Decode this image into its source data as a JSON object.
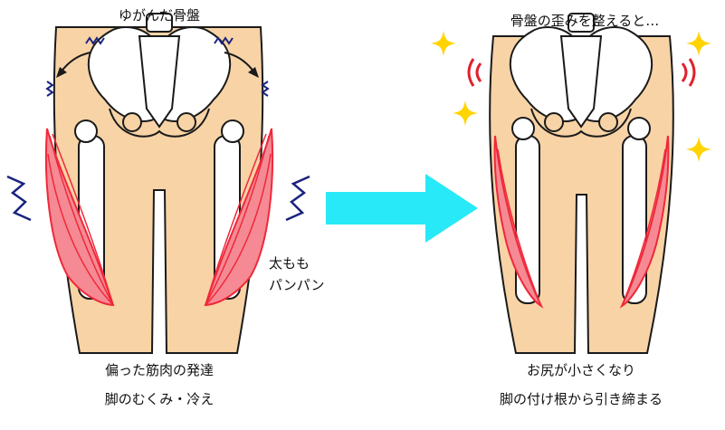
{
  "left_panel": {
    "title": "ゆがんだ骨盤",
    "side_label_line1": "太もも",
    "side_label_line2": "パンパン",
    "caption_line1": "偏った筋肉の発達",
    "caption_line2": "脚のむくみ・冷え"
  },
  "right_panel": {
    "title": "骨盤の歪みを整えると…",
    "caption_line1": "お尻が小さくなり",
    "caption_line2": "脚の付け根から引き締まる"
  },
  "colors": {
    "skin": "#F7D3A6",
    "outline": "#1A1A1A",
    "muscle_red": "#F0283A",
    "muscle_pink": "#F58A94",
    "arrow_cyan": "#27E9F7",
    "sparkle_yellow": "#FFD400",
    "wave_navy": "#1A237E",
    "motion_red": "#E0202E"
  },
  "icons": [
    "arrow-right-icon",
    "sparkle-icon",
    "tension-wave-icon",
    "motion-mark-icon"
  ]
}
